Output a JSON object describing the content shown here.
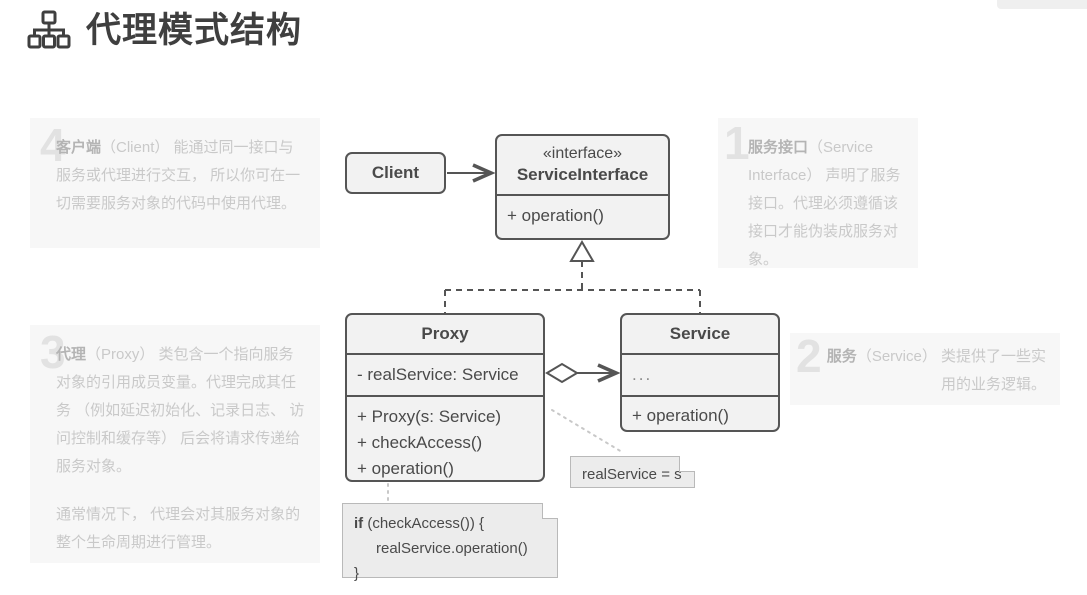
{
  "header": {
    "icon": "sitemap-icon",
    "title": "代理模式结构"
  },
  "annotations": [
    {
      "number": "1",
      "term": "服务接口",
      "text": "（Service Interface） 声明了服务接口。代理必须遵循该接口才能伪装成服务对象。"
    },
    {
      "number": "2",
      "term": "服务",
      "text": "（Service） 类提供了一些实用的业务逻辑。"
    },
    {
      "number": "3",
      "term": "代理",
      "text": "（Proxy） 类包含一个指向服务对象的引用成员变量。代理完成其任务 （例如延迟初始化、记录日志、 访问控制和缓存等） 后会将请求传递给服务对象。",
      "text2": "通常情况下， 代理会对其服务对象的整个生命周期进行管理。"
    },
    {
      "number": "4",
      "term": "客户端",
      "text": "（Client） 能通过同一接口与服务或代理进行交互， 所以你可在一切需要服务对象的代码中使用代理。"
    }
  ],
  "diagram": {
    "type": "uml-class-diagram",
    "classes": {
      "client": {
        "name": "Client"
      },
      "service_interface": {
        "stereotype": "«interface»",
        "name": "ServiceInterface",
        "operations": [
          "+ operation()"
        ]
      },
      "proxy": {
        "name": "Proxy",
        "attributes": [
          "- realService: Service"
        ],
        "operations": [
          "+ Proxy(s: Service)",
          "+ checkAccess()",
          "+ operation()"
        ]
      },
      "service": {
        "name": "Service",
        "attributes": [
          "..."
        ],
        "operations": [
          "+ operation()"
        ]
      }
    },
    "notes": {
      "assign": "realService = s",
      "code": {
        "line1_keyword": "if",
        "line1_rest": " (checkAccess()) {",
        "line2": "realService.operation()",
        "line3": "}"
      }
    },
    "relations": [
      {
        "from": "Client",
        "to": "ServiceInterface",
        "kind": "association-arrow"
      },
      {
        "from": "Proxy",
        "to": "ServiceInterface",
        "kind": "realization"
      },
      {
        "from": "Service",
        "to": "ServiceInterface",
        "kind": "realization"
      },
      {
        "from": "Proxy",
        "to": "Service",
        "kind": "aggregation"
      }
    ]
  },
  "colors": {
    "box_fill": "#f2f2f2",
    "box_border": "#555555",
    "note_panel_bg": "#f7f7f7",
    "note_text": "#c9c9c9",
    "note_number": "#e2e2e2",
    "title_text": "#3f3f3f",
    "code_note_bg": "#ececec"
  }
}
